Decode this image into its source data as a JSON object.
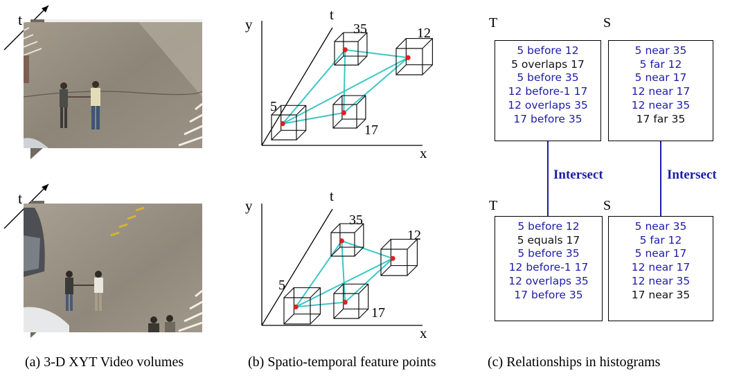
{
  "captions": {
    "a": "(a) 3-D XYT Video volumes",
    "b": "(b) Spatio-temporal feature points",
    "c": "(c) Relationships in histograms"
  },
  "video_volumes": {
    "time_axis_label": "t"
  },
  "feature_diagrams": [
    {
      "axis_labels": {
        "x": "x",
        "y": "y",
        "t": "t"
      },
      "points": [
        {
          "label": "5"
        },
        {
          "label": "35"
        },
        {
          "label": "12"
        },
        {
          "label": "17"
        }
      ]
    },
    {
      "axis_labels": {
        "x": "x",
        "y": "y",
        "t": "t"
      },
      "points": [
        {
          "label": "5"
        },
        {
          "label": "35"
        },
        {
          "label": "12"
        },
        {
          "label": "17"
        }
      ]
    }
  ],
  "relationships": {
    "intersect_label": "Intersect",
    "top": {
      "T": {
        "label": "T",
        "lines": [
          {
            "text": "5 before 12",
            "color": "#1c1ca8"
          },
          {
            "text": "5 overlaps 17",
            "color": "#111111"
          },
          {
            "text": "5 before 35",
            "color": "#1c1ca8"
          },
          {
            "text": "12 before-1 17",
            "color": "#1c1ca8"
          },
          {
            "text": "12 overlaps 35",
            "color": "#1c1ca8"
          },
          {
            "text": "17 before 35",
            "color": "#1c1ca8"
          }
        ]
      },
      "S": {
        "label": "S",
        "lines": [
          {
            "text": "5 near 35",
            "color": "#1c1ca8"
          },
          {
            "text": "5  far 12",
            "color": "#1c1ca8"
          },
          {
            "text": "5 near 17",
            "color": "#1c1ca8"
          },
          {
            "text": "12 near 17",
            "color": "#1c1ca8"
          },
          {
            "text": "12 near 35",
            "color": "#1c1ca8"
          },
          {
            "text": "17 far 35",
            "color": "#111111"
          }
        ]
      }
    },
    "bottom": {
      "T": {
        "label": "T",
        "lines": [
          {
            "text": "5 before 12",
            "color": "#1c1ca8"
          },
          {
            "text": "5 equals 17",
            "color": "#111111"
          },
          {
            "text": "5 before 35",
            "color": "#1c1ca8"
          },
          {
            "text": "12 before-1 17",
            "color": "#1c1ca8"
          },
          {
            "text": "12 overlaps 35",
            "color": "#1c1ca8"
          },
          {
            "text": "17 before 35",
            "color": "#1c1ca8"
          }
        ]
      },
      "S": {
        "label": "S",
        "lines": [
          {
            "text": "5 near 35",
            "color": "#1c1ca8"
          },
          {
            "text": "5  far 12",
            "color": "#1c1ca8"
          },
          {
            "text": "5 near 17",
            "color": "#1c1ca8"
          },
          {
            "text": "12 near 17",
            "color": "#1c1ca8"
          },
          {
            "text": "12 near 35",
            "color": "#1c1ca8"
          },
          {
            "text": "17 near 35",
            "color": "#111111"
          }
        ]
      }
    }
  },
  "colors": {
    "relation_blue": "#1c1ca8",
    "connection_cyan": "#3cc6c6",
    "feature_point_red": "#e02020"
  }
}
